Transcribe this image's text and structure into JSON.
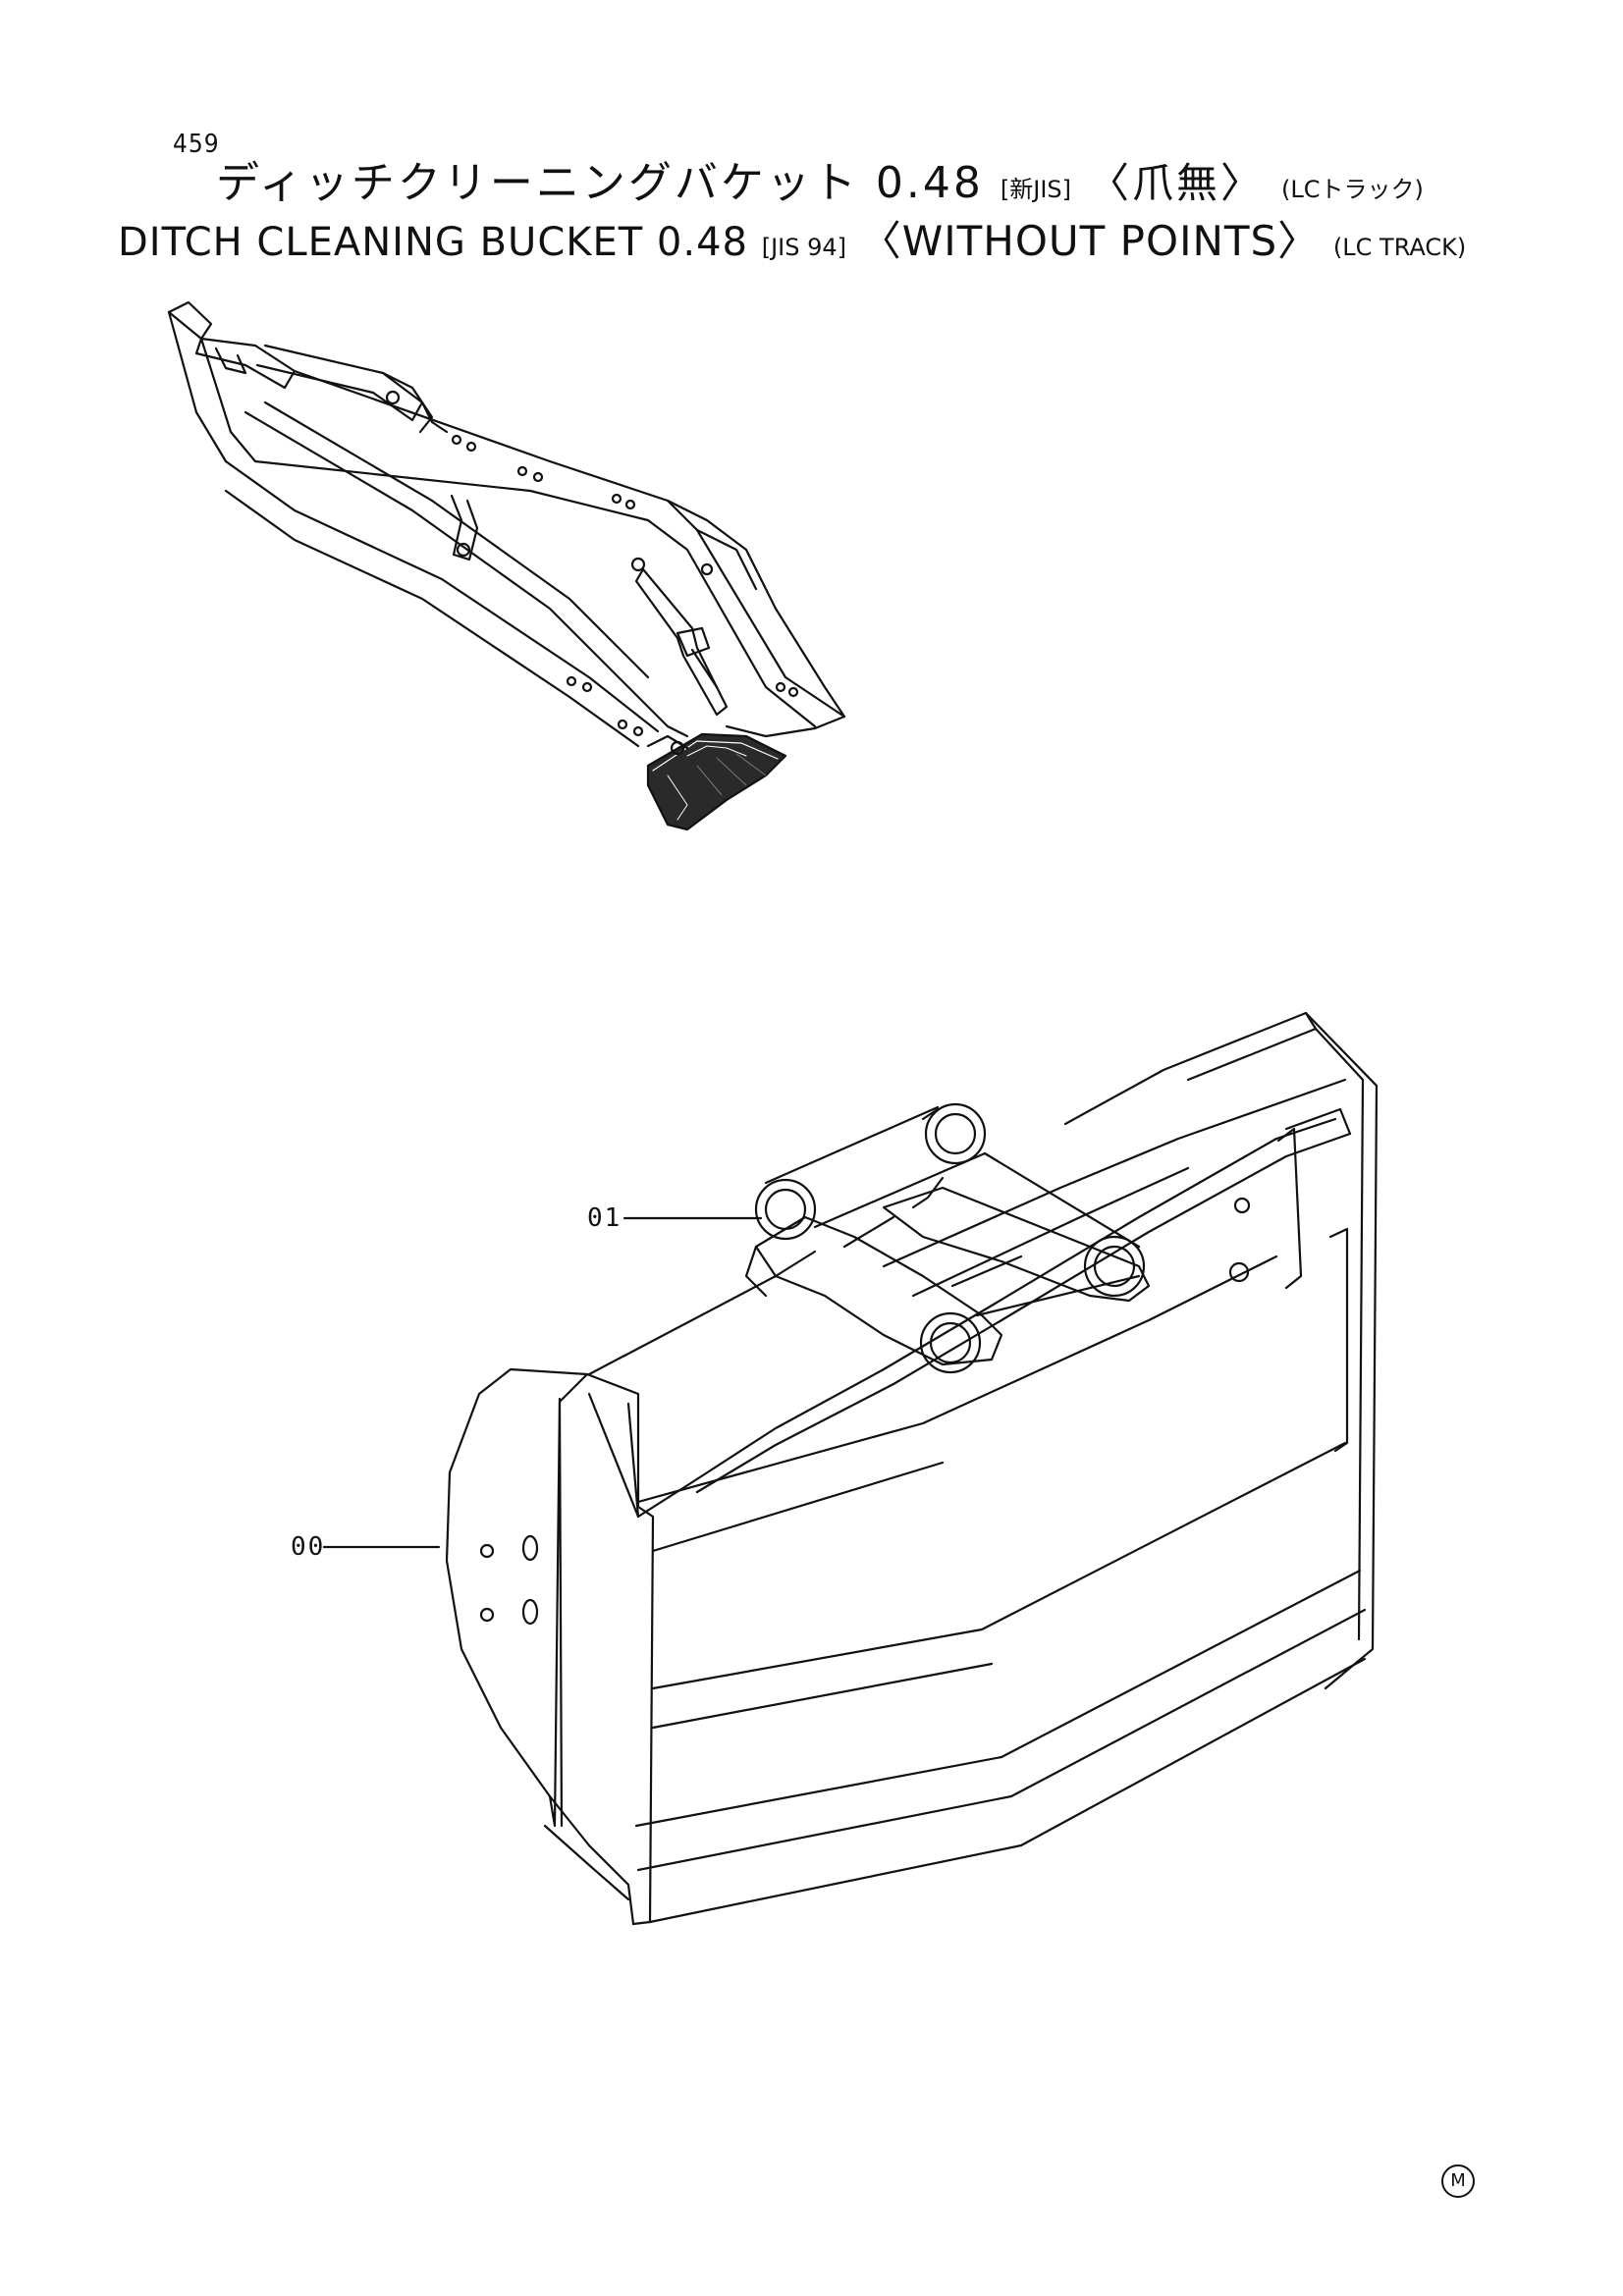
{
  "page_number": "459",
  "title_jp": {
    "main": "ディッチクリーニングバケット 0.48",
    "jis": "[新JIS]",
    "points": "〈爪無〉",
    "track": "(LCトラック)"
  },
  "title_en": {
    "main": "DITCH  CLEANING  BUCKET  0.48",
    "jis": "[JIS 94]",
    "points": "〈WITHOUT  POINTS〉",
    "track": "(LC  TRACK)"
  },
  "callouts": {
    "part_01": "01",
    "part_00": "00"
  },
  "corner_mark": "M"
}
